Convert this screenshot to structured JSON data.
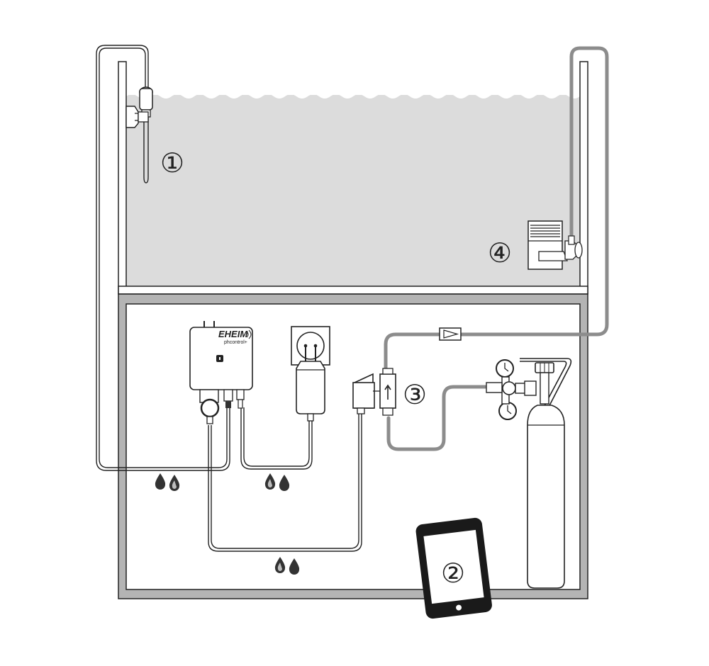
{
  "diagram": {
    "callouts": {
      "ph_probe": "①",
      "smartphone": "②",
      "solenoid_valve": "③",
      "co2_diffuser": "④"
    },
    "controller": {
      "brand": "EHEIM",
      "model": "phcontrol+"
    },
    "colors": {
      "water": "#dcdcdc",
      "tank_frame": "#b4b4b4",
      "outline": "#222222",
      "co2_tubing": "#8c8c8c",
      "drop_light": "#bdbdbd",
      "drop_dark": "#333333"
    }
  }
}
